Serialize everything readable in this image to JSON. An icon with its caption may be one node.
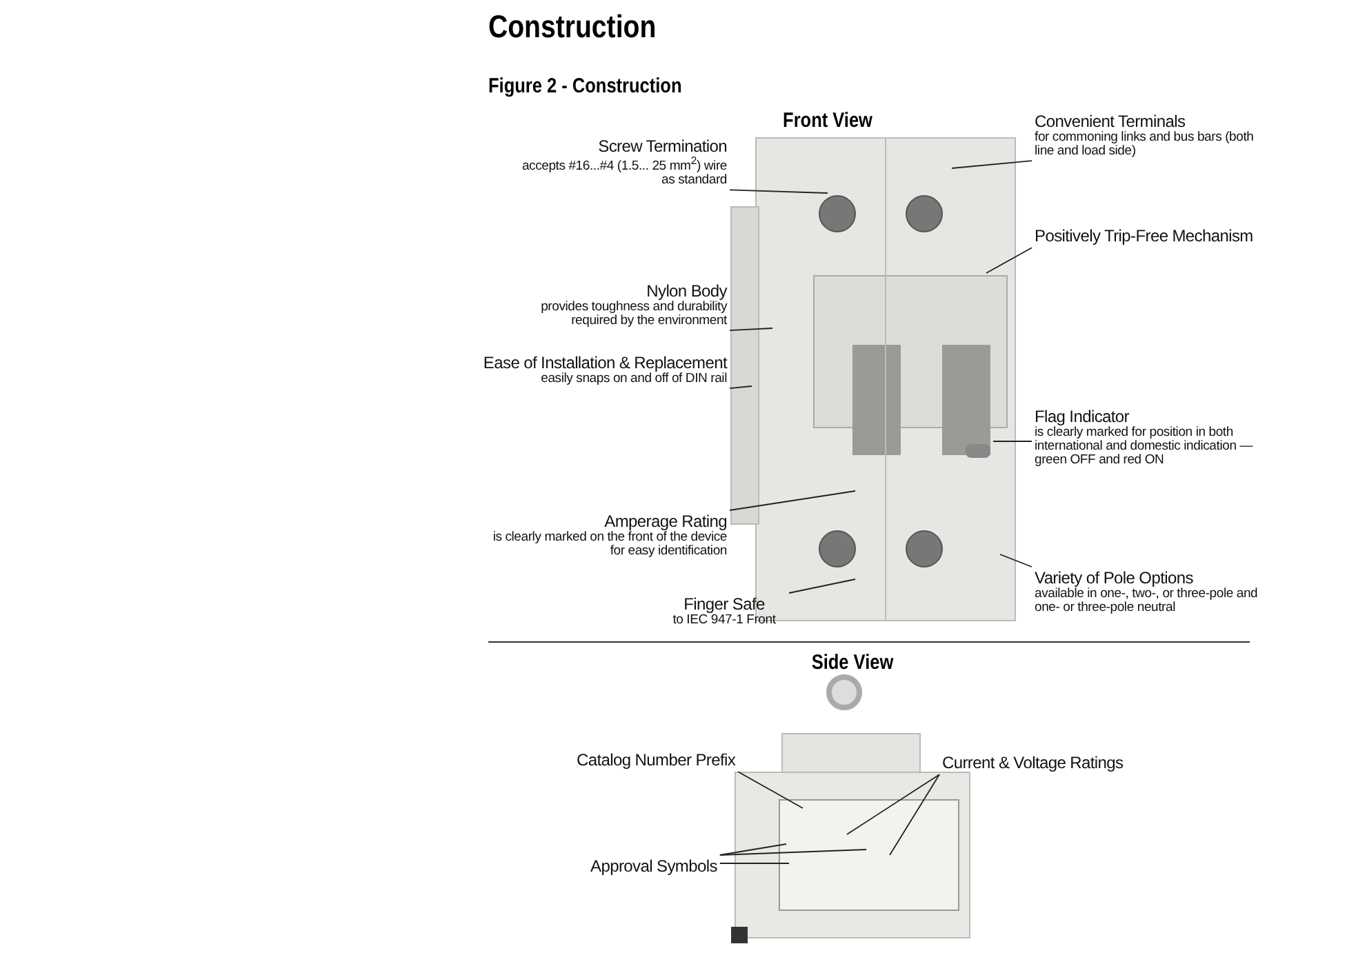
{
  "diagram": {
    "title": "Construction",
    "caption": "Figure 2 - Construction",
    "nodes": [
      {
        "text": [
          "Screw Termination",
          "accepts #16...#4 (1.5... 25 mm$^{2}$) wire as standard"
        ]
      },
      {
        "text": [
          "Nylon Body",
          "provides toughness and durability required by the environment"
        ]
      },
      {
        "text": [
          "Ease of Installation & Replacement",
          "easily snaps on and off of DIN rail"
        ]
      },
      {
        "text": [
          "Amperage Rating",
          "is clearly marked on the front of the device for easy identification"
        ]
      },
      {
        "text": [
          "Finger Safe",
          "to IEC 947-1 Front"
        ]
      },
      {
        "text": [
          "Convenient Terminals",
          "for commoning links and bus bars (both line and load side)"
        ]
      },
      {
        "text": [
          "Positively Trip-Free Mechanism"
        ]
      },
      {
        "text": [
          "Flag Indicator",
          "is clearly marked for position in both international and domestic indication —green OFF and red ON"
        ]
      },
      {
        "text": [
          "Variety of Pole Options",
          "available in one-, two-, or three-pole and one- or three-pole neutral"
        ]
      },
      {
        "text": [
          "Catalog Number Prefix"
        ]
      },
      {
        "text": [
          "Current & Voltage Ratings"
        ]
      },
      {
        "text": [
          "Approval Symbols"
        ]
      }
    ],
    "edges": [
      {
        "from": 0,
        "to": null,
        "arrow": "none"
      },
      {
        "from": 1,
        "to": null,
        "arrow": "none"
      },
      {
        "from": 2,
        "to": null,
        "arrow": "none"
      },
      {
        "from": 3,
        "to": null,
        "arrow": "none"
      },
      {
        "from": 4,
        "to": null,
        "arrow": "none"
      },
      {
        "from": 5,
        "to": null,
        "arrow": "none"
      },
      {
        "from": 6,
        "to": null,
        "arrow": "none"
      },
      {
        "from": 7,
        "to": null,
        "arrow": "none"
      },
      {
        "from": 8,
        "to": null,
        "arrow": "none"
      },
      {
        "from": 9,
        "to": null,
        "arrow": "none"
      },
      {
        "from": 10,
        "to": null,
        "arrow": "none"
      },
      {
        "from": 10,
        "to": null,
        "arrow": "none"
      },
      {
        "from": 11,
        "to": null,
        "arrow": "none"
      },
      {
        "from": 11,
        "to": null,
        "arrow": "none"
      },
      {
        "from": 11,
        "to": null,
        "arrow": "none"
      }
    ],
    "labels": [
      "Front View",
      "Side View"
    ]
  }
}
